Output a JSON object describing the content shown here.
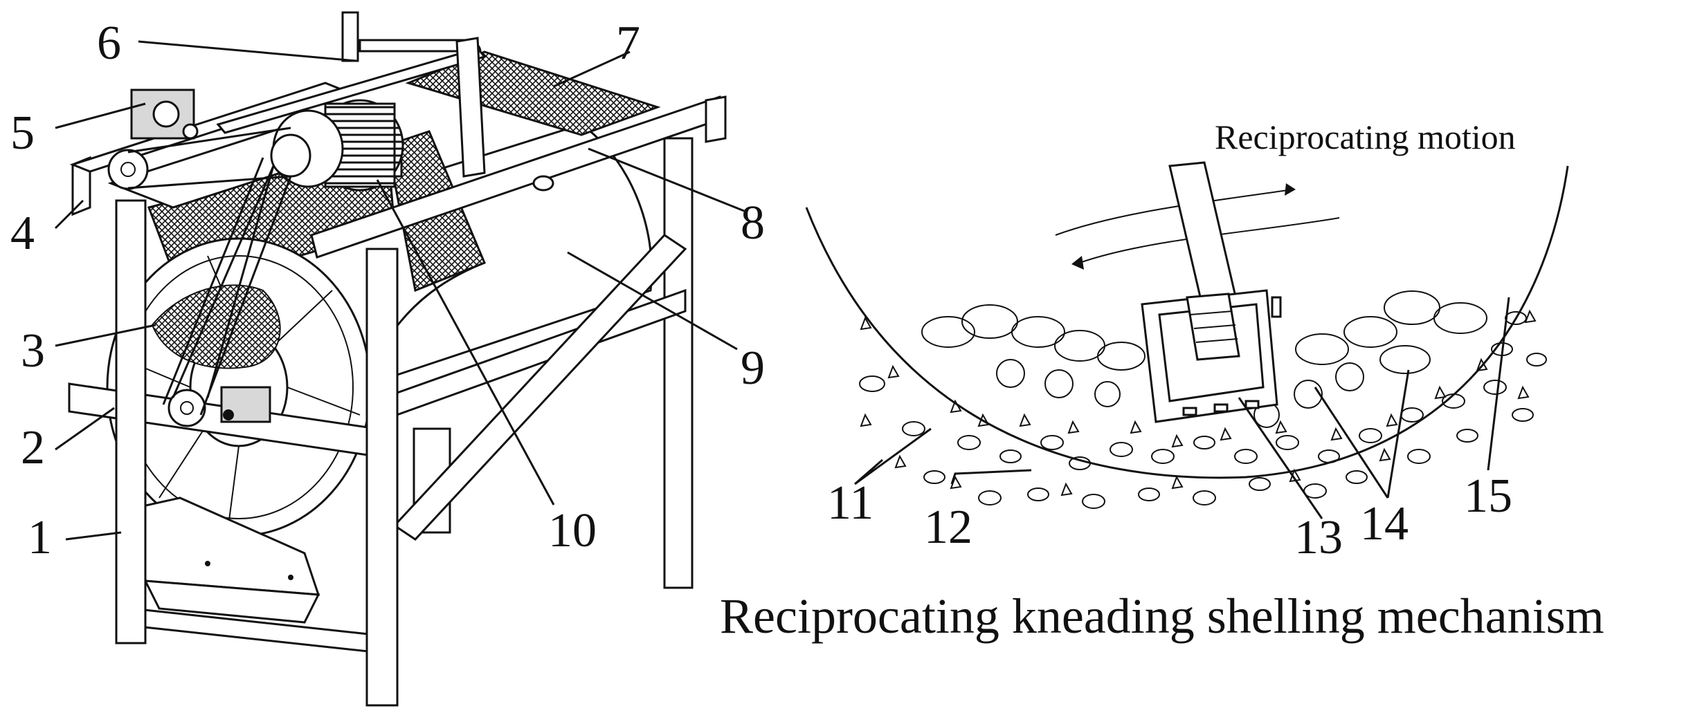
{
  "machine_labels": {
    "l1": "1",
    "l2": "2",
    "l3": "3",
    "l4": "4",
    "l5": "5",
    "l6": "6",
    "l7": "7",
    "l8": "8",
    "l9": "9",
    "l10": "10"
  },
  "mechanism_labels": {
    "l11": "11",
    "l12": "12",
    "l13": "13",
    "l14": "14",
    "l15": "15"
  },
  "motion_label": "Reciprocating motion",
  "caption": "Reciprocating kneading shelling mechanism"
}
